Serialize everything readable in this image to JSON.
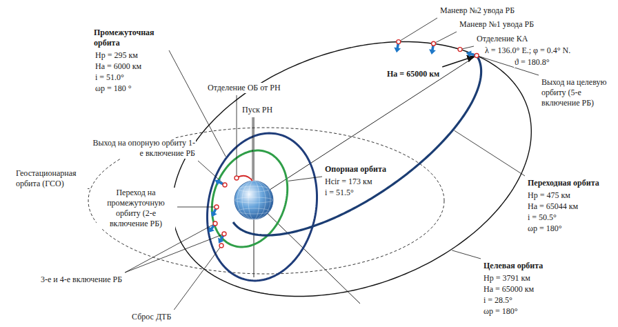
{
  "diagram": {
    "labels": [
      "Промежуточная орбита",
      "Hp = 295 км",
      "Ha = 6000 км",
      "i = 51.0°",
      "ωp = 180 °",
      "Отделение ОБ от РН",
      "Пуск РН",
      "Выход на опорную орбиту 1-е включение РБ",
      "Геостационарная орбита (ГСО)",
      "Переход на промежуточную орбиту (2-е включение РБ)",
      "Опорная орбита",
      "Hcir = 173 км",
      "i = 51.5°",
      "3-е и 4-е включение РБ",
      "Сброс ДТБ",
      "Маневр №2 увода РБ",
      "Маневр №1 увода РБ",
      "Отделение КА",
      "λ = 136.0° E.; φ = 0.4° N.",
      "ϑ = 180.8°",
      "Ha = 65000 км",
      "Выход на целевую орбиту (5-е включение РБ)",
      "Переходная орбита",
      "Hp = 475 км",
      "Ha = 65044 км",
      "i = 50.5°",
      "ωp = 180°",
      "Целевая орбита",
      "Hp = 3791 км",
      "Ha = 65000 км",
      "i = 28.5°",
      "ωp = 180°"
    ]
  }
}
